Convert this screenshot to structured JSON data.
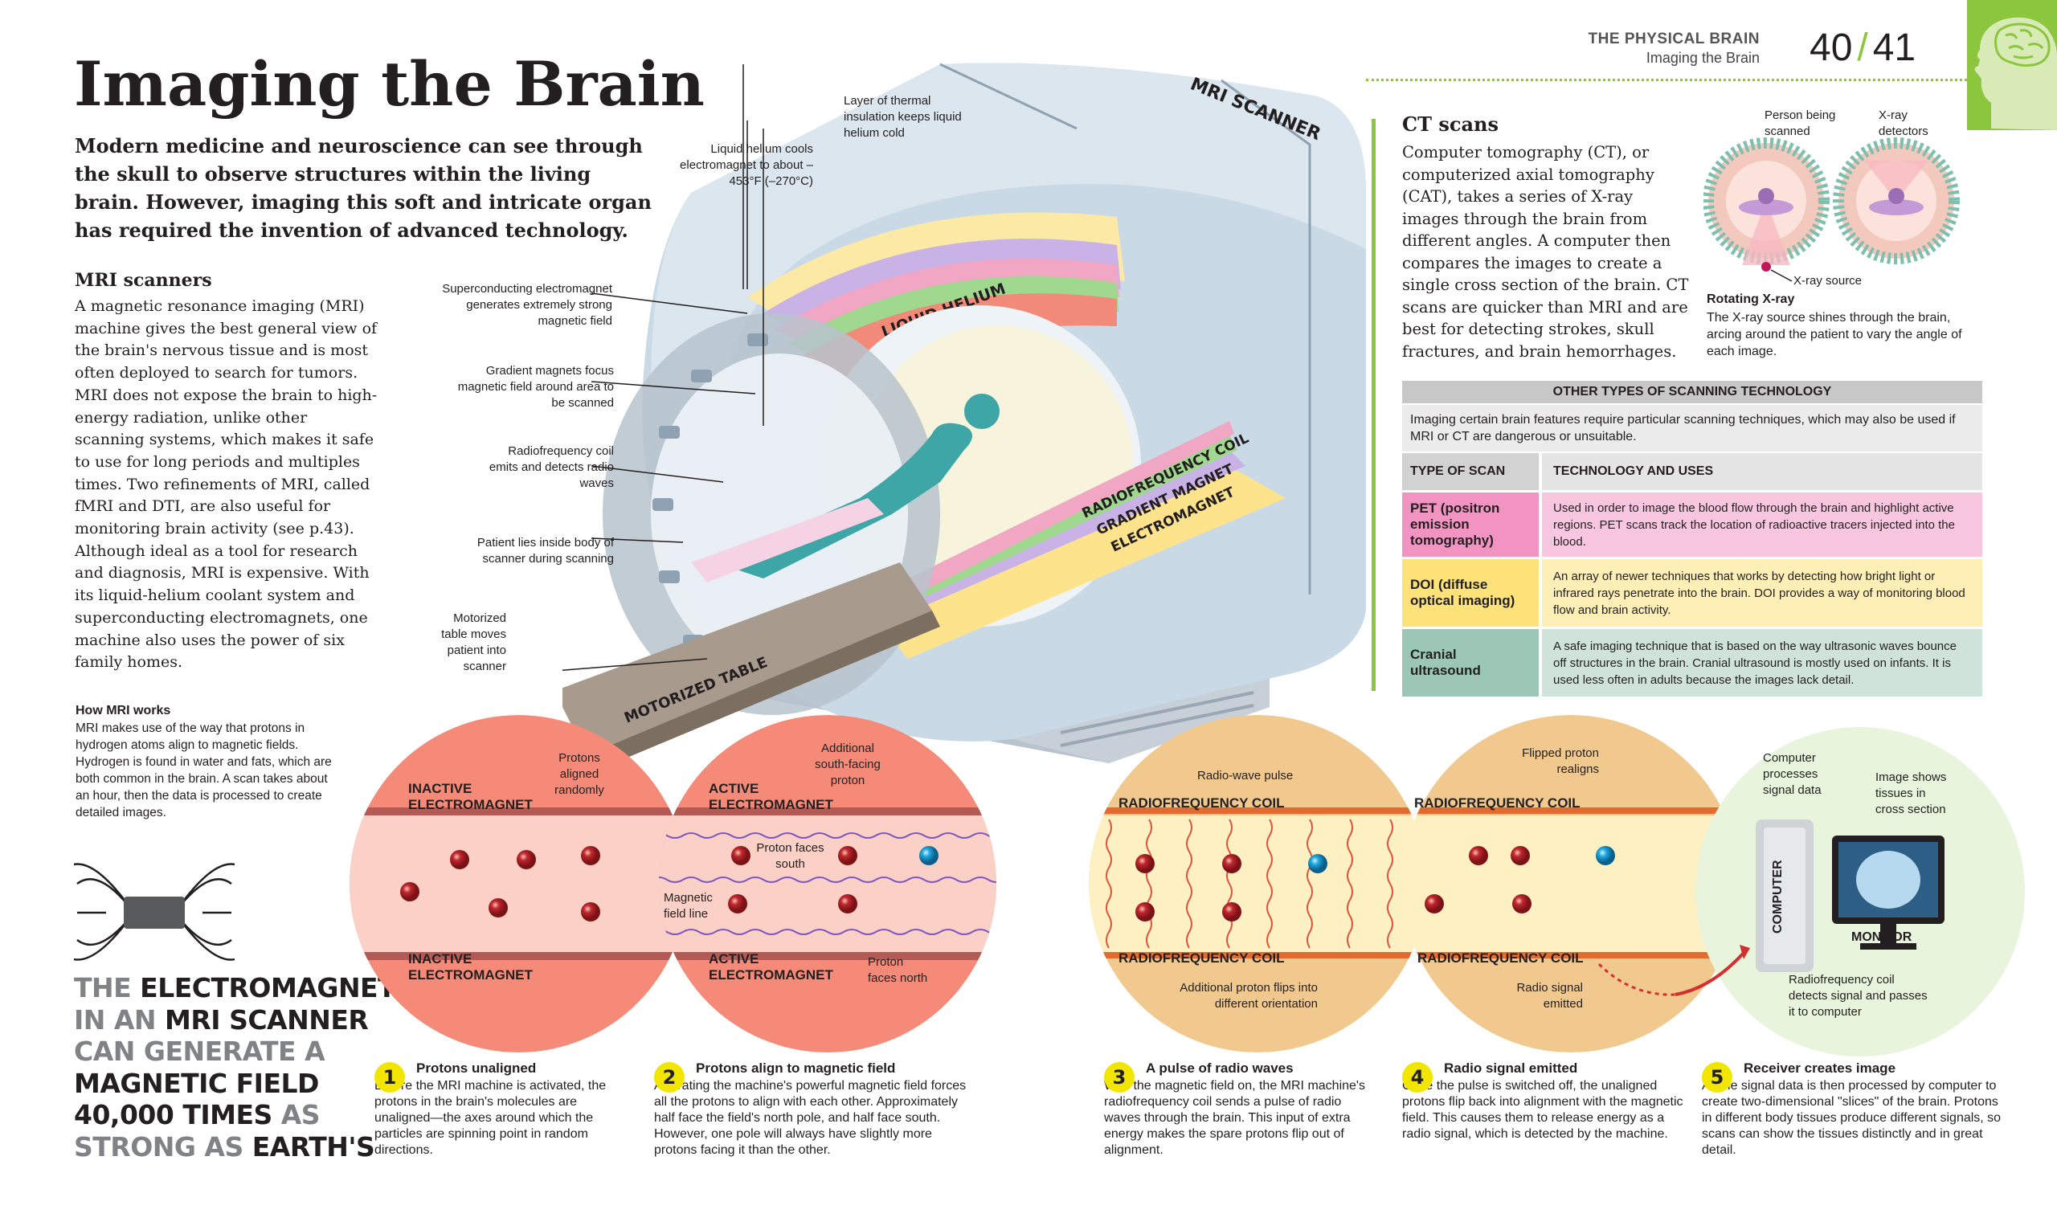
{
  "header": {
    "section": "THE PHYSICAL BRAIN",
    "subsection": "Imaging the Brain",
    "page_left": "40",
    "page_sep": "/",
    "page_right": "41"
  },
  "title": "Imaging the Brain",
  "intro": "Modern medicine and neuroscience can see through the skull to observe structures within the living brain. However, imaging this soft and intricate organ has required the invention of advanced technology.",
  "mri": {
    "heading": "MRI scanners",
    "body": "A magnetic resonance imaging (MRI) machine gives the best general view of the brain's nervous tissue and is most often deployed to search for tumors. MRI does not expose the brain to high-energy radiation, unlike other scanning systems, which makes it safe to use for long periods and multiples times. Two refinements of MRI, called fMRI and DTI, are also useful for monitoring brain activity (see p.43). Although ideal as a tool for research and diagnosis, MRI is expensive. With its liquid-helium coolant system and superconducting electromagnets, one machine also uses the power of six family homes."
  },
  "how": {
    "heading": "How MRI works",
    "body": "MRI makes use of the way that protons in hydrogen atoms align to magnetic fields. Hydrogen is found in water and fats, which are both common in the brain. A scan takes about an hour, then the data is processed to create detailed images."
  },
  "quote": {
    "p1": "THE ",
    "b1": "ELECTROMAGNET",
    "p2": "IN AN ",
    "b2": "MRI SCANNER",
    "p3": "CAN GENERATE A",
    "b3": "MAGNETIC FIELD",
    "b4": "40,000 TIMES",
    "p4": " AS",
    "p5": "STRONG AS ",
    "b5": "EARTH'S"
  },
  "scanner": {
    "label_scanner": "MRI SCANNER",
    "label_helium": "LIQUID HELIUM",
    "label_rf": "RADIOFREQUENCY COIL",
    "label_gradient": "GRADIENT MAGNET",
    "label_electro": "ELECTROMAGNET",
    "label_table": "MOTORIZED TABLE",
    "c_thermal": "Layer of thermal insulation keeps liquid helium cold",
    "c_helium": "Liquid helium cools electromagnet to about –453°F (–270°C)",
    "c_super": "Superconducting electromagnet generates extremely strong magnetic field",
    "c_gradient": "Gradient magnets focus magnetic field around area to be scanned",
    "c_rf": "Radiofrequency coil emits and detects radio waves",
    "c_patient": "Patient lies inside body of scanner during scanning",
    "c_table": "Motorized table moves patient into scanner"
  },
  "ct": {
    "heading": "CT scans",
    "body": "Computer tomography (CT), or computerized axial tomography (CAT), takes a series of X-ray images through the brain from different angles. A computer then compares the images to create a single cross section of the brain. CT scans are quicker than MRI and are best for detecting strokes, skull fractures, and brain hemorrhages.",
    "l_person": "Person being scanned",
    "l_detectors": "X-ray detectors",
    "l_source": "X-ray source",
    "rot_title": "Rotating X-ray",
    "rot_body": "The X-ray source shines through the brain, arcing around the patient to vary the angle of each image."
  },
  "table": {
    "title": "OTHER TYPES OF SCANNING TECHNOLOGY",
    "intro": "Imaging certain brain features require particular scanning techniques, which may also be used if MRI or CT are dangerous or unsuitable.",
    "col1": "TYPE OF SCAN",
    "col2": "TECHNOLOGY AND USES",
    "rows": [
      {
        "type": "PET (positron emission tomography)",
        "desc": "Used in order to image the blood flow through the brain and highlight active regions. PET scans track the location of radioactive tracers injected into the blood.",
        "c1": "#f294c2",
        "c2": "#f8c7df"
      },
      {
        "type": "DOI (diffuse optical imaging)",
        "desc": "An array of newer techniques that works by detecting how bright light or infrared rays penetrate into the brain. DOI provides a way of monitoring blood flow and brain activity.",
        "c1": "#fde27a",
        "c2": "#fdefb5"
      },
      {
        "type": "Cranial ultrasound",
        "desc": "A safe imaging technique that is based on the way ultrasonic waves bounce off structures in the brain. Cranial ultrasound is mostly used on infants. It is used less often in adults because the images lack detail.",
        "c1": "#9cc6b5",
        "c2": "#cfe3da"
      }
    ]
  },
  "circles": {
    "c1_top": "INACTIVE ELECTROMAGNET",
    "c1_bottom": "INACTIVE ELECTROMAGNET",
    "c1_note": "Protons aligned randomly",
    "c2_top": "ACTIVE ELECTROMAGNET",
    "c2_bottom": "ACTIVE ELECTROMAGNET",
    "c2_note_south": "Additional south-facing proton",
    "c2_faces_south": "Proton faces south",
    "c2_field": "Magnetic field line",
    "c2_faces_north": "Proton faces north",
    "c3_top": "RADIOFREQUENCY COIL",
    "c3_bottom": "RADIOFREQUENCY COIL",
    "c3_pulse": "Radio-wave pulse",
    "c3_flip": "Additional proton flips into different orientation",
    "c4_top": "RADIOFREQUENCY COIL",
    "c4_bottom": "RADIOFREQUENCY COIL",
    "c4_flipped": "Flipped proton realigns",
    "c4_signal": "Radio signal emitted",
    "c5_computer_label": "Computer processes signal data",
    "c5_image_label": "Image shows tissues in cross section",
    "c5_computer": "COMPUTER",
    "c5_monitor": "MONITOR",
    "c5_rf": "Radiofrequency coil detects signal and passes it to computer"
  },
  "steps": [
    {
      "num": "1",
      "title": "Protons unaligned",
      "body": "Before the MRI machine is activated, the protons in the brain's molecules are unaligned—the axes around which the particles are spinning point in random directions."
    },
    {
      "num": "2",
      "title": "Protons align to magnetic field",
      "body": "Activating the machine's powerful magnetic field forces all the protons to align with each other. Approximately half face the field's north pole, and half face south. However, one pole will always have slightly more protons facing it than the other."
    },
    {
      "num": "3",
      "title": "A pulse of radio waves",
      "body": "With the magnetic field on, the MRI machine's radiofrequency coil sends a pulse of radio waves through the brain. This input of extra energy makes the spare protons flip out of alignment."
    },
    {
      "num": "4",
      "title": "Radio signal emitted",
      "body": "Once the pulse is switched off, the unaligned protons flip back into alignment with the magnetic field. This causes them to release energy as a radio signal, which is detected by the machine."
    },
    {
      "num": "5",
      "title": "Receiver creates image",
      "body": "All the signal data is then processed by computer to create two-dimensional \"slices\" of the brain. Protons in different body tissues produce different signals, so scans can show the tissues distinctly and in great detail."
    }
  ]
}
